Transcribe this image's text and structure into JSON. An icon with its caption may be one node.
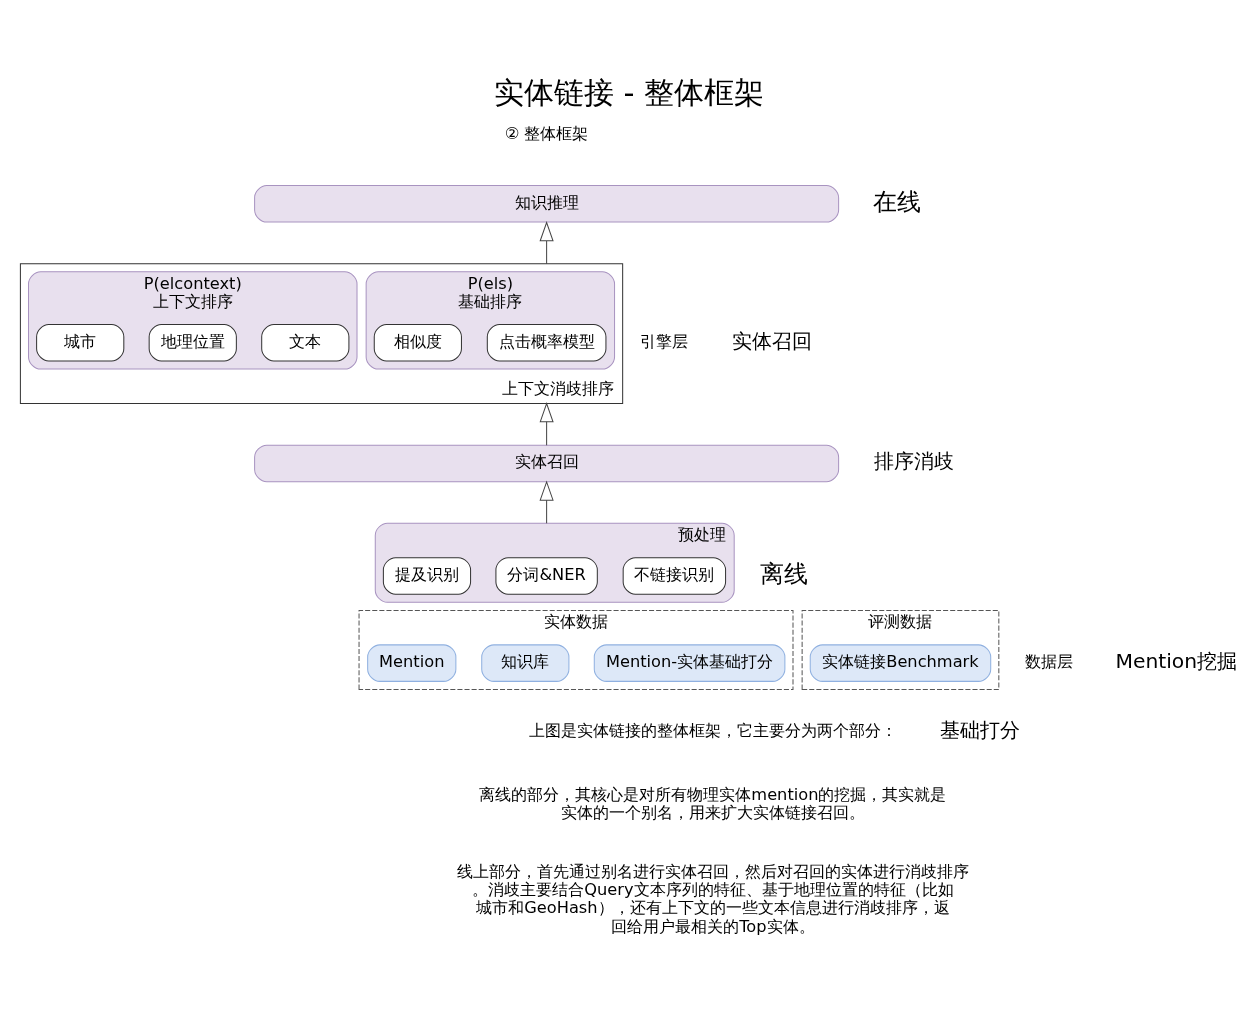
{
  "diagram": {
    "title": "实体链接 - 整体框架",
    "nodes": [
      {
        "text": [
          "知识推理"
        ]
      },
      {
        "text": [
          "上下文消歧排序"
        ]
      },
      {
        "text": [
          "P(els)",
          "基础排序"
        ],
        "in": 1
      },
      {
        "text": [
          "点击概率模型"
        ],
        "in": 2
      },
      {
        "text": [
          "相似度"
        ],
        "in": 2
      },
      {
        "text": [
          "P(elcontext)",
          "上下文排序"
        ],
        "in": 1
      },
      {
        "text": [
          "文本"
        ],
        "in": 5
      },
      {
        "text": [
          "地理位置"
        ],
        "in": 5
      },
      {
        "text": [
          "城市"
        ],
        "in": 5
      },
      {
        "text": [
          "实体召回"
        ]
      },
      {
        "text": [
          "预处理"
        ]
      },
      {
        "text": [
          "分词&NER"
        ],
        "in": 10
      },
      {
        "text": [
          "提及识别"
        ],
        "in": 10
      },
      {
        "text": [
          "不链接识别"
        ],
        "in": 10
      },
      {
        "text": [
          "实体数据"
        ]
      },
      {
        "text": [
          "知识库"
        ],
        "in": 14
      },
      {
        "text": [
          "Mention"
        ],
        "in": 14
      },
      {
        "text": [
          "Mention-实体基础打分"
        ],
        "in": 14
      },
      {
        "text": [
          "评测数据"
        ]
      },
      {
        "text": [
          "实体链接Benchmark"
        ],
        "in": 18
      }
    ],
    "edges": [
      {
        "from": 10,
        "to": 9,
        "arrow": "to"
      },
      {
        "from": 9,
        "to": 1,
        "arrow": "to"
      },
      {
        "from": 1,
        "to": 0,
        "arrow": "to"
      }
    ],
    "labels": [
      "② 整体框架",
      "在线",
      "实体召回",
      "排序消歧",
      "离线",
      "Mention挖掘",
      "基础打分",
      "引擎层",
      "数据层",
      "上图是实体链接的整体框架，它主要分为两个部分：",
      "离线的部分，其核心是对所有物理实体mention的挖掘，其实就是实体的一个别名，用来扩大实体链接召回。",
      "线上部分，首先通过别名进行实体召回，然后对召回的实体进行消歧排序。消歧主要结合Query文本序列的特征、基于地理位置的特征（比如城市和GeoHash），还有上下文的一些文本信息进行消歧排序，返回给用户最相关的Top实体。"
    ]
  }
}
